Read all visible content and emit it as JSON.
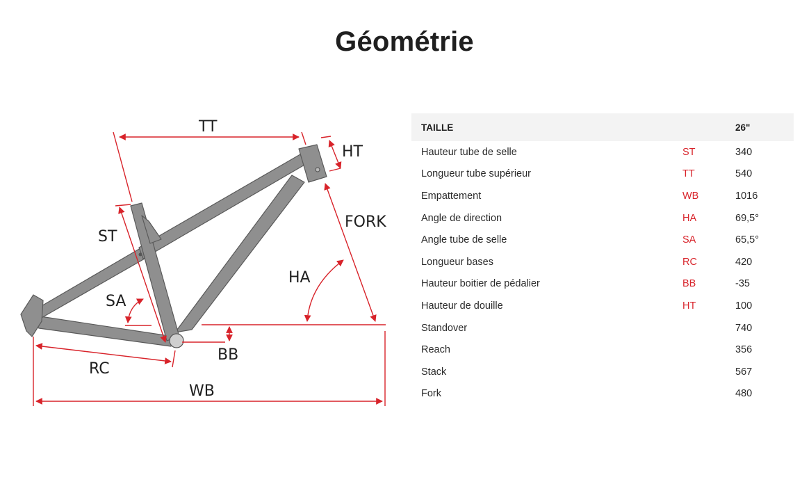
{
  "title": "Géométrie",
  "diagram": {
    "labels": {
      "tt": "TT",
      "ht": "HT",
      "st": "ST",
      "fork": "FORK",
      "ha": "HA",
      "sa": "SA",
      "bb": "BB",
      "rc": "RC",
      "wb": "WB"
    },
    "colors": {
      "frame": "#8f8f8f",
      "frame_edge": "#555555",
      "dimension": "#d8232a",
      "text": "#1f1f1f"
    }
  },
  "table": {
    "header": {
      "label": "TAILLE",
      "code": "",
      "value": "26\""
    },
    "rows": [
      {
        "label": "Hauteur tube de selle",
        "code": "ST",
        "value": "340"
      },
      {
        "label": "Longueur tube supérieur",
        "code": "TT",
        "value": "540"
      },
      {
        "label": "Empattement",
        "code": "WB",
        "value": "1016"
      },
      {
        "label": "Angle de direction",
        "code": "HA",
        "value": "69,5°"
      },
      {
        "label": "Angle tube de selle",
        "code": "SA",
        "value": "65,5°"
      },
      {
        "label": "Longueur bases",
        "code": "RC",
        "value": "420"
      },
      {
        "label": "Hauteur boitier de pédalier",
        "code": "BB",
        "value": "-35"
      },
      {
        "label": "Hauteur de douille",
        "code": "HT",
        "value": "100"
      },
      {
        "label": "Standover",
        "code": "",
        "value": "740"
      },
      {
        "label": "Reach",
        "code": "",
        "value": "356"
      },
      {
        "label": "Stack",
        "code": "",
        "value": "567"
      },
      {
        "label": "Fork",
        "code": "",
        "value": "480"
      }
    ]
  }
}
